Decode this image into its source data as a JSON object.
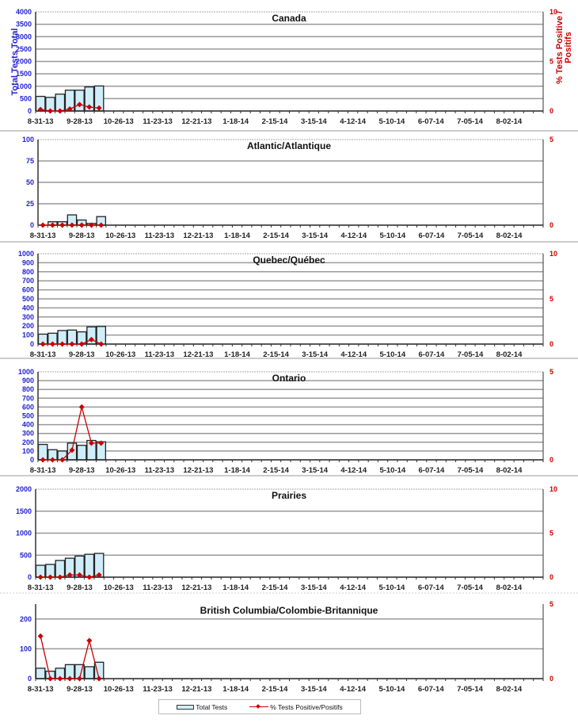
{
  "chart_data": {
    "type": "bar+line",
    "categories_labeled": [
      "8-31-13",
      "9-28-13",
      "10-26-13",
      "11-23-13",
      "12-21-13",
      "1-18-14",
      "2-15-14",
      "3-15-14",
      "4-12-14",
      "5-10-14",
      "6-07-14",
      "7-05-14",
      "8-02-14"
    ],
    "n_weeks": 52,
    "left_axis_label": "Total Tests Total",
    "right_axis_label": "% Tests Positive / Positifs",
    "legend": {
      "bars": "Total Tests",
      "line": "% Tests Positive/Positifs",
      "placement": "bottom"
    },
    "colors": {
      "bar_fill": "#cfeefa",
      "bar_stroke": "#222222",
      "line": "#cc0000",
      "left_axis": "#2222cc",
      "right_axis": "#cc0000"
    },
    "panels": [
      {
        "title": "Canada",
        "ylim": [
          0,
          4000
        ],
        "yticks": [
          0,
          500,
          1000,
          1500,
          2000,
          2500,
          3000,
          3500,
          4000
        ],
        "y2lim": [
          0,
          10
        ],
        "y2ticks": [
          0,
          5,
          10
        ],
        "bars": [
          590,
          550,
          680,
          840,
          840,
          970,
          1010
        ],
        "pct": [
          0.15,
          0,
          0,
          0.2,
          0.65,
          0.4,
          0.3
        ]
      },
      {
        "title": "Atlantic/Atlantique",
        "ylim": [
          0,
          100
        ],
        "yticks": [
          0,
          25,
          50,
          75,
          100
        ],
        "y2lim": [
          0,
          5
        ],
        "y2ticks": [
          0,
          5
        ],
        "bars": [
          0,
          4,
          4,
          12,
          6,
          2,
          10
        ],
        "pct": [
          0,
          0,
          0,
          0,
          0,
          0,
          0
        ]
      },
      {
        "title": "Quebec/Québec",
        "ylim": [
          0,
          1000
        ],
        "yticks": [
          0,
          100,
          200,
          300,
          400,
          500,
          600,
          700,
          800,
          900,
          1000
        ],
        "y2lim": [
          0,
          10
        ],
        "y2ticks": [
          0,
          5,
          10
        ],
        "bars": [
          110,
          120,
          150,
          155,
          135,
          190,
          195
        ],
        "pct": [
          0,
          0,
          0,
          0,
          0,
          0.5,
          0
        ]
      },
      {
        "title": "Ontario",
        "ylim": [
          0,
          1000
        ],
        "yticks": [
          0,
          100,
          200,
          300,
          400,
          500,
          600,
          700,
          800,
          900,
          1000
        ],
        "y2lim": [
          0,
          5
        ],
        "y2ticks": [
          0,
          5
        ],
        "bars": [
          175,
          115,
          100,
          190,
          165,
          220,
          205
        ],
        "pct": [
          0,
          0,
          0,
          0.55,
          3.0,
          0.95,
          0.95
        ]
      },
      {
        "title": "Prairies",
        "ylim": [
          0,
          2000
        ],
        "yticks": [
          0,
          500,
          1000,
          1500,
          2000
        ],
        "y2lim": [
          0,
          10
        ],
        "y2ticks": [
          0,
          5,
          10
        ],
        "bars": [
          270,
          290,
          380,
          430,
          480,
          520,
          540
        ],
        "pct": [
          0,
          0,
          0,
          0.25,
          0.25,
          0,
          0.25
        ]
      },
      {
        "title": "British Columbia/Colombie-Britannique",
        "ylim": [
          0,
          250
        ],
        "yticks": [
          0,
          100,
          200
        ],
        "y2lim": [
          0,
          5
        ],
        "y2ticks": [
          0,
          5
        ],
        "bars": [
          35,
          25,
          35,
          47,
          47,
          40,
          55
        ],
        "pct": [
          2.85,
          0,
          0,
          0,
          0,
          2.55,
          0
        ]
      }
    ]
  }
}
